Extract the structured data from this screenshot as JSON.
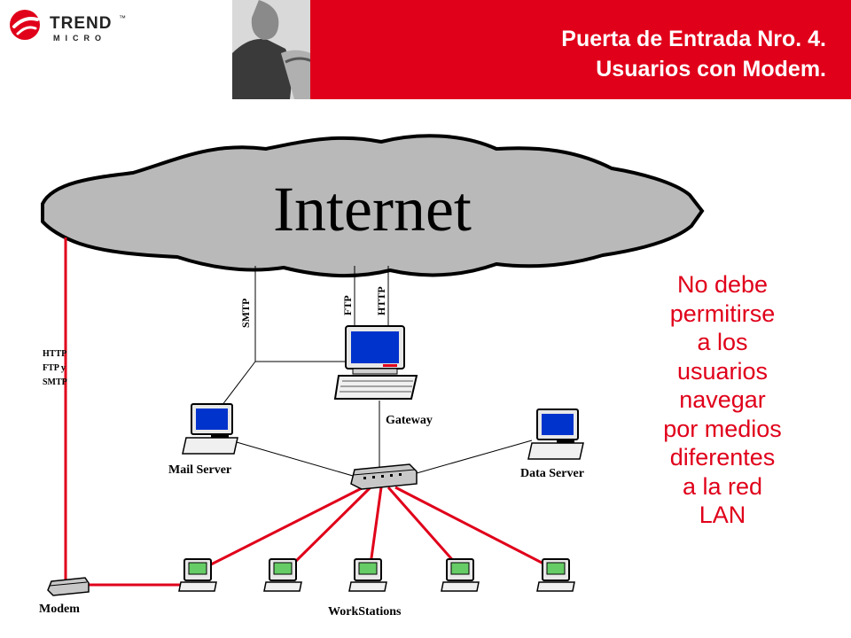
{
  "header": {
    "title_line1": "Puerta de Entrada Nro.  4.",
    "title_line2": "Usuarios con Modem.",
    "logo_word": "TREND",
    "logo_sub": "MICRO",
    "logo_mark": "™"
  },
  "cloud": {
    "label": "Internet"
  },
  "protocols": {
    "smtp": "SMTP",
    "ftp": "FTP",
    "http": "HTTP"
  },
  "modem_protocols": [
    "HTTP",
    "FTP y",
    "SMTP"
  ],
  "nodes": {
    "gateway": "Gateway",
    "mail_server": "Mail Server",
    "data_server": "Data Server",
    "modem": "Modem",
    "workstations": "WorkStations"
  },
  "note": [
    "No debe",
    "permitirse",
    "a los",
    "usuarios",
    "navegar",
    "por medios",
    "diferentes",
    "a la red",
    "LAN"
  ],
  "colors": {
    "brand_red": "#e0001a",
    "cloud_gray": "#b9b9b9",
    "screen_blue": "#0033cc",
    "screen_green": "#66cc66"
  }
}
